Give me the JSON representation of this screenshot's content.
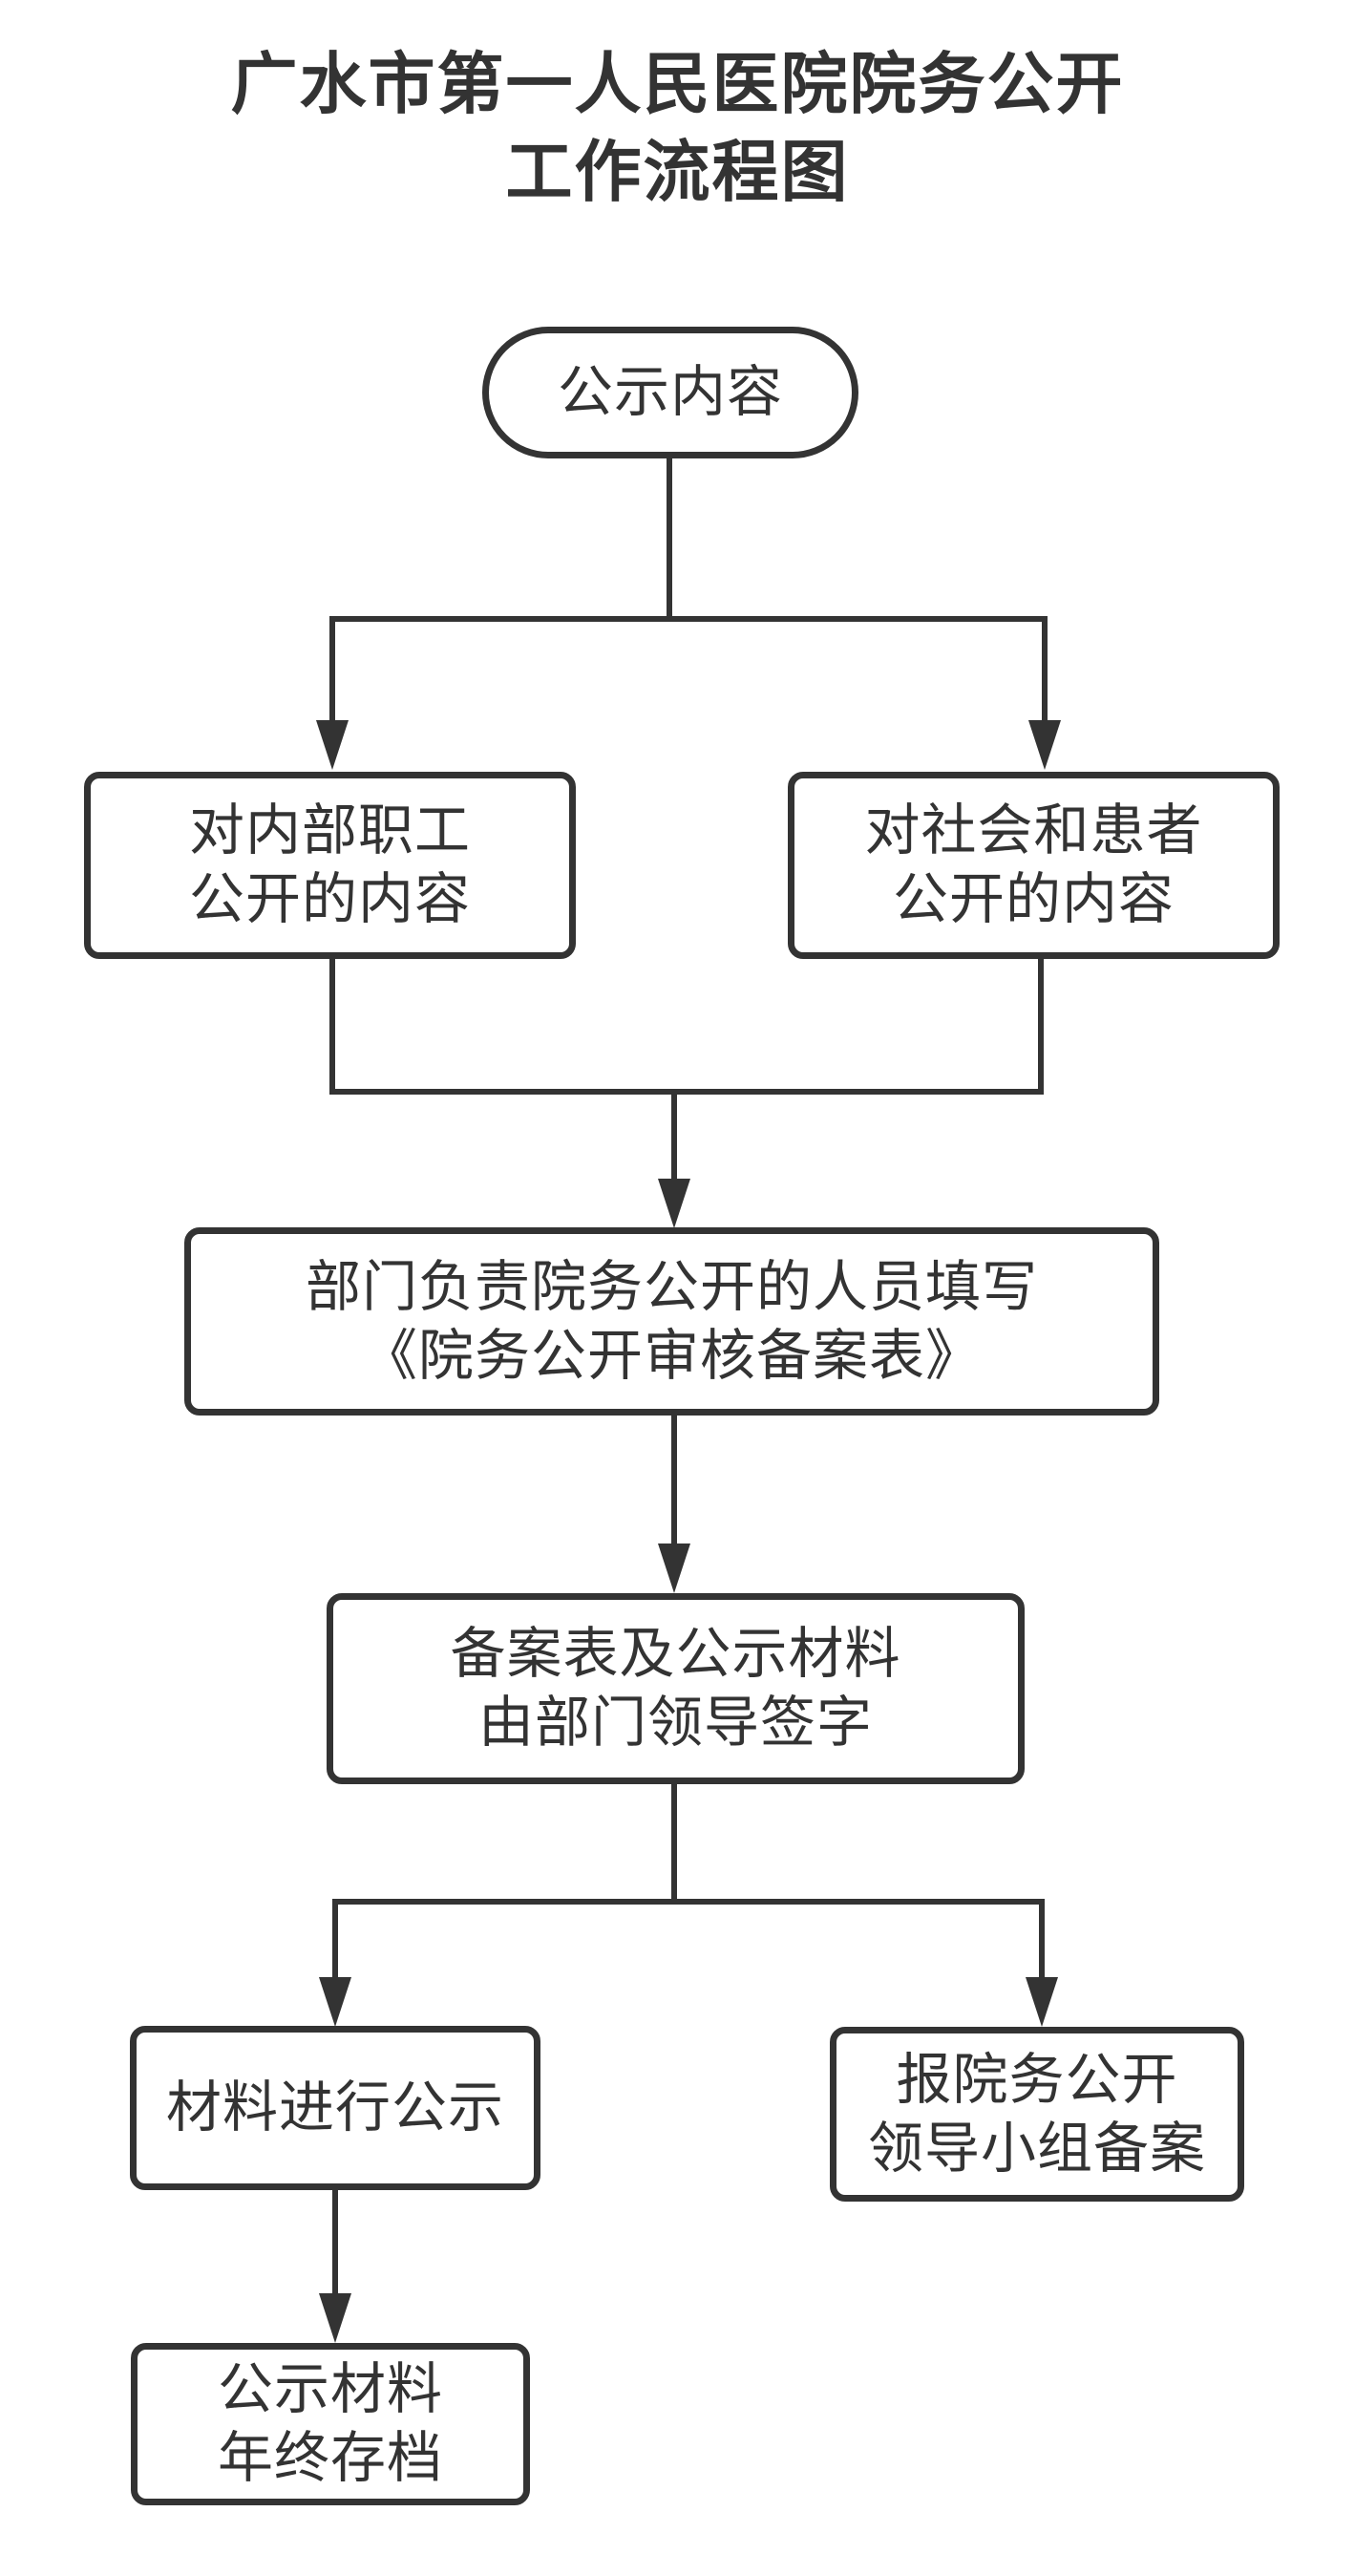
{
  "title": {
    "line1": "广水市第一人民医院院务公开",
    "line2": "工作流程图"
  },
  "nodes": {
    "start": {
      "label": "公示内容"
    },
    "internal": {
      "line1": "对内部职工",
      "line2": "公开的内容"
    },
    "public": {
      "line1": "对社会和患者",
      "line2": "公开的内容"
    },
    "fill_form": {
      "line1": "部门负责院务公开的人员填写",
      "line2": "《院务公开审核备案表》"
    },
    "sign": {
      "line1": "备案表及公示材料",
      "line2": "由部门领导签字"
    },
    "publicize": {
      "label": "材料进行公示"
    },
    "report": {
      "line1": "报院务公开",
      "line2": "领导小组备案"
    },
    "archive": {
      "line1": "公示材料",
      "line2": "年终存档"
    }
  },
  "colors": {
    "line": "#333333",
    "text": "#333333",
    "background": "#ffffff"
  }
}
